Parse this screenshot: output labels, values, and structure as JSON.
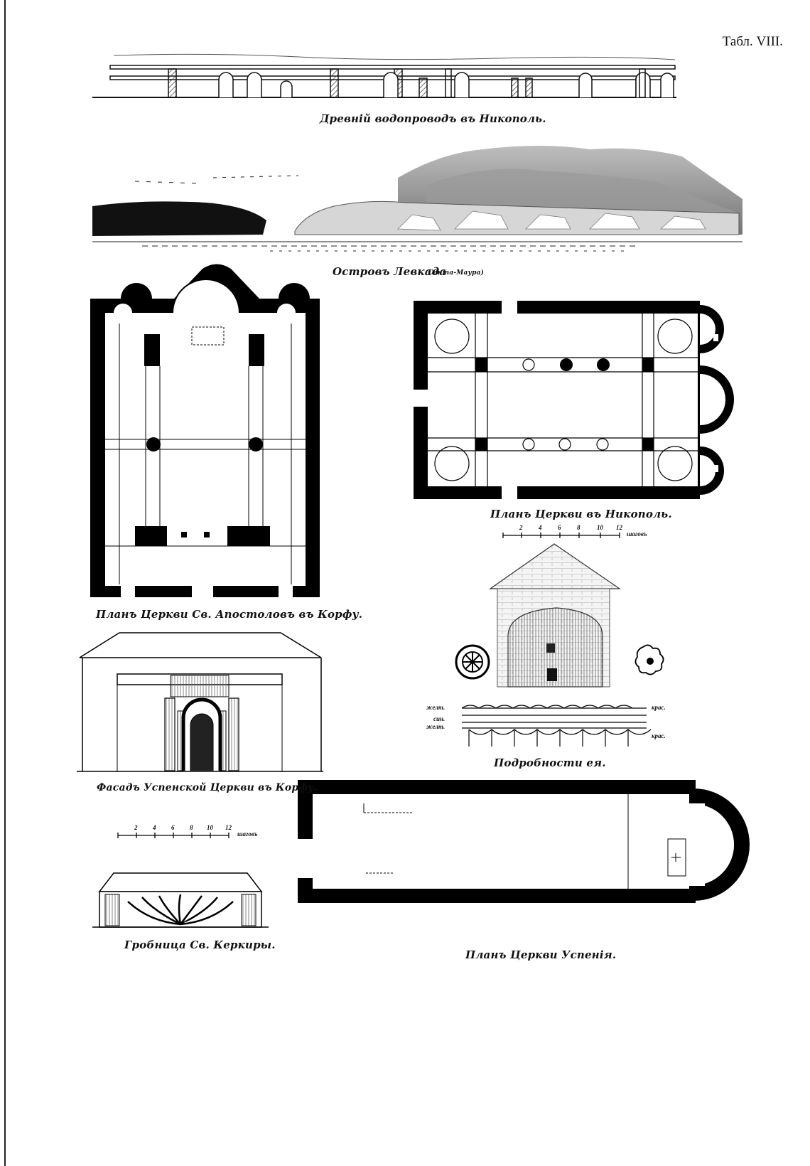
{
  "plate": {
    "number": "Табл. VIII."
  },
  "captions": {
    "aqueduct": "Древній водопроводъ въ Никополь.",
    "island": "Островъ Левкада",
    "island_note": "(Санта-Маура)",
    "apostles_plan": "Планъ Церкви Св. Апостоловъ въ Корфу.",
    "nikopol_plan": "Планъ Церкви въ Никополь.",
    "facade": "Фасадъ Успенской Церкви въ Корфу.",
    "details": "Подробности ея.",
    "tomb": "Гробница Св. Керкиры.",
    "uspenie_plan": "Планъ Церкви Успенія."
  },
  "scales": {
    "nikopol": {
      "ticks": [
        "2",
        "4",
        "6",
        "8",
        "10",
        "12"
      ],
      "unit": "шаговъ"
    },
    "corfu": {
      "ticks": [
        "2",
        "4",
        "6",
        "8",
        "10",
        "12"
      ],
      "unit": "шаговъ"
    }
  },
  "detail_color_labels": {
    "left_top": "желт.",
    "left_mid": "син.",
    "left_bottom": "желт.",
    "right_top": "крас.",
    "right_bottom": "крас."
  }
}
